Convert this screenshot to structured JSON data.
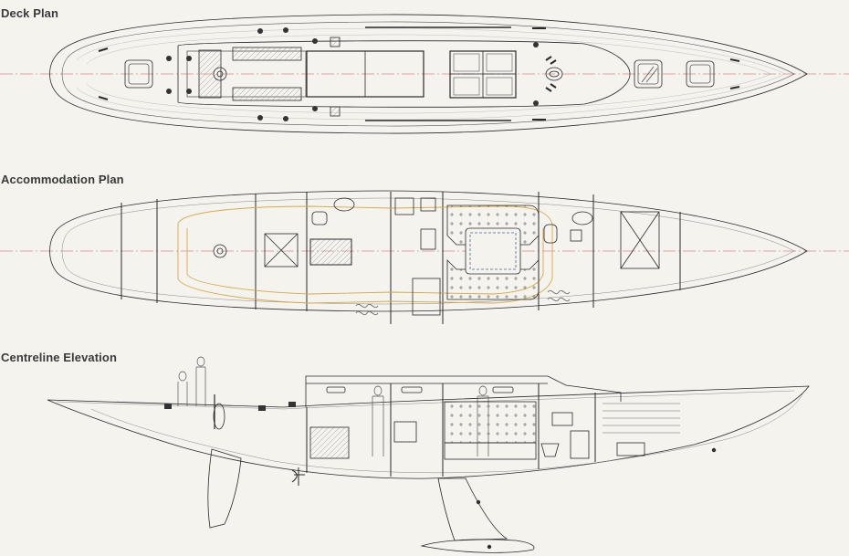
{
  "titles": {
    "deck_plan": "Deck Plan",
    "accommodation_plan": "Accommodation Plan",
    "centreline_elevation": "Centreline Elevation"
  },
  "colors": {
    "background": "#f4f3ee",
    "line": "#2a2a2a",
    "fine_line": "#8a8a8a",
    "centreline": "#d8898a",
    "interior_detail": "#d8a84a"
  }
}
